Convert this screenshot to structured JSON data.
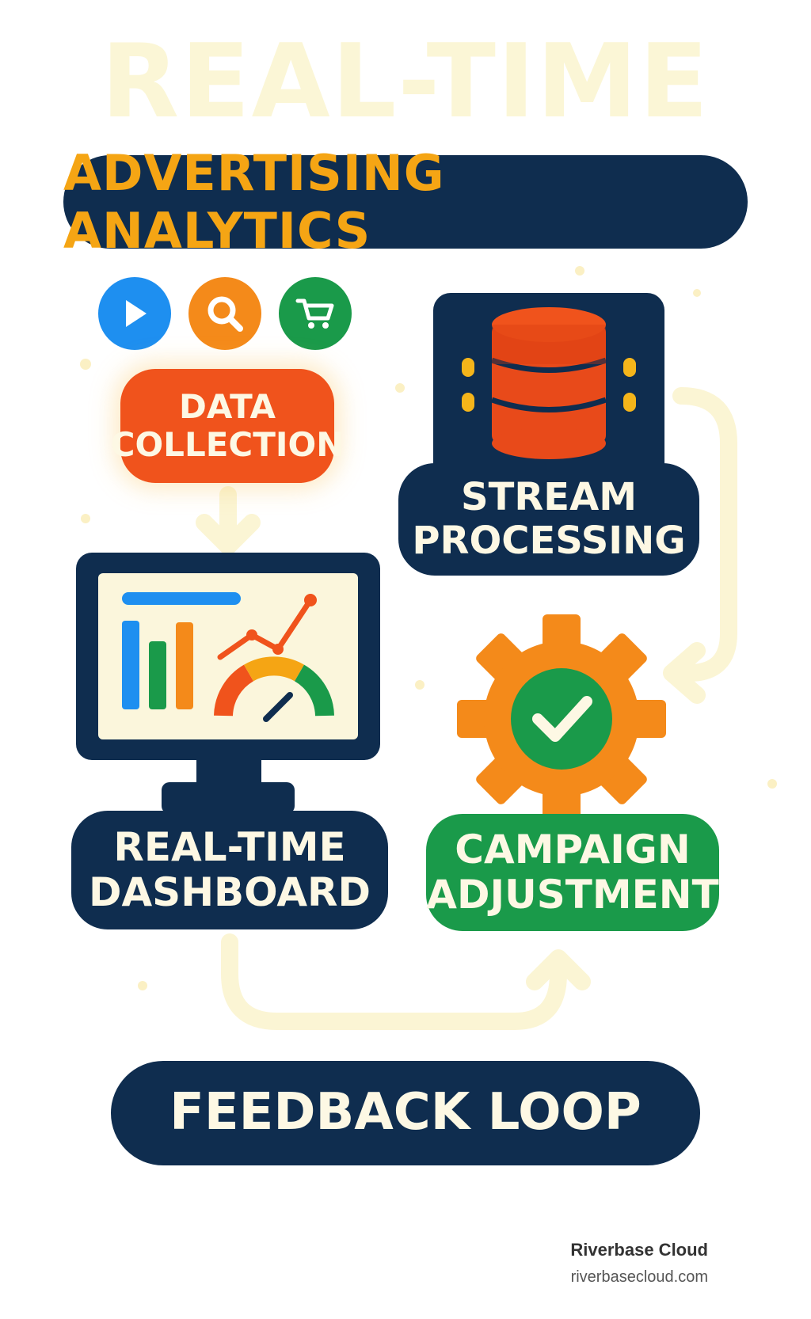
{
  "hero_text": "REAL-TIME",
  "title": "ADVERTISING ANALYTICS",
  "icons": [
    "play-icon",
    "search-icon",
    "cart-icon",
    "database-icon",
    "dashboard-monitor-icon",
    "gear-check-icon"
  ],
  "steps": {
    "data_collection": {
      "line1": "DATA",
      "line2": "COLLECTION"
    },
    "stream_processing": {
      "line1": "STREAM",
      "line2": "PROCESSING"
    },
    "dashboard": {
      "line1": "REAL-TIME",
      "line2": "DASHBOARD"
    },
    "campaign": {
      "line1": "CAMPAIGN",
      "line2": "ADJUSTMENT"
    }
  },
  "feedback_label": "FEEDBACK LOOP",
  "footer": {
    "brand": "Riverbase Cloud",
    "url": "riverbasecloud.com"
  },
  "colors": {
    "navy": "#0f2d4f",
    "amber": "#f5a514",
    "red_orange": "#f0531c",
    "orange": "#f48a1a",
    "green": "#1a9a4a",
    "blue": "#1e8ff0",
    "cream": "#fbf6d6"
  }
}
